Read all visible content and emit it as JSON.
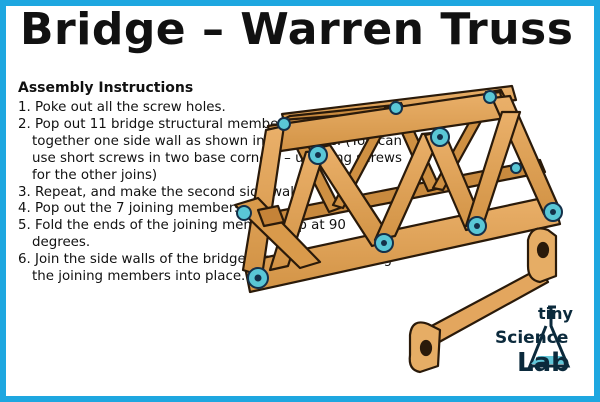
{
  "title": "Bridge – Warren Truss",
  "subtitle": "Assembly Instructions",
  "steps": [
    "1. Poke out all the screw holes.",
    "2. Pop out 11 bridge structural members and screw together one side wall as shown in the image. (You can use short screws in  two base corners – use long screws for the other joins)",
    "3. Repeat, and make the second side wall.",
    "4. Pop out the 7 joining members.",
    "5. Fold the ends of the joining members up at 90 degrees.",
    "6. Join the side walls of the bridge together by screwing the joining members into place."
  ],
  "logo": {
    "tiny": "tiny",
    "science": "Science",
    "lab": "Lab"
  },
  "colors": {
    "border": "#1ea7e0",
    "wood": "#e0a45a",
    "wood_dark": "#b9762c",
    "screw": "#5ac7d6",
    "text": "#111111"
  }
}
